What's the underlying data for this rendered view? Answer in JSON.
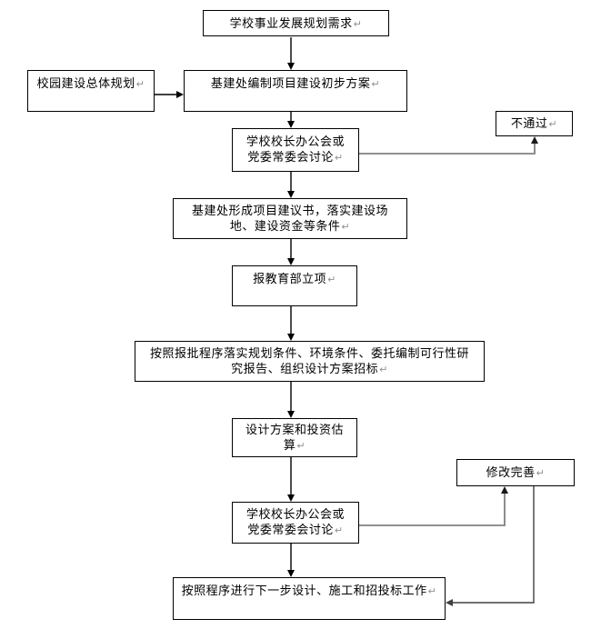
{
  "diagram": {
    "type": "flowchart",
    "language": "zh-CN",
    "paragraph_mark": "↵",
    "nodes": {
      "demand": {
        "text": "学校事业发展规划需求"
      },
      "campus": {
        "text": "校园建设总体规划"
      },
      "draft": {
        "text": "基建处编制项目建设初步方案"
      },
      "disc1": {
        "line1": "学校校长办公会或",
        "line2": "党委常委会讨论"
      },
      "notpass": {
        "text": "不通过"
      },
      "proposal": {
        "line1": "基建处形成项目建议书，落实建设场",
        "line2": "地、建设资金等条件"
      },
      "moe": {
        "text": "报教育部立项"
      },
      "procedure": {
        "line1": "按照报批程序落实规划条件、环境条件、委托编制可行性研",
        "line2": "究报告、组织设计方案招标"
      },
      "design": {
        "line1": "设计方案和投资估",
        "line2": "算"
      },
      "disc2": {
        "line1": "学校校长办公会或",
        "line2": "党委常委会讨论"
      },
      "modify": {
        "text": "修改完善"
      },
      "next": {
        "text": "按照程序进行下一步设计、施工和招投标工作"
      }
    },
    "edges": [
      {
        "from": "demand",
        "to": "draft",
        "style": "main"
      },
      {
        "from": "campus",
        "to": "draft",
        "style": "main"
      },
      {
        "from": "draft",
        "to": "disc1",
        "style": "main"
      },
      {
        "from": "disc1",
        "to": "notpass",
        "style": "feedback"
      },
      {
        "from": "disc1",
        "to": "proposal",
        "style": "main"
      },
      {
        "from": "proposal",
        "to": "moe",
        "style": "main"
      },
      {
        "from": "moe",
        "to": "procedure",
        "style": "main"
      },
      {
        "from": "procedure",
        "to": "design",
        "style": "main"
      },
      {
        "from": "design",
        "to": "disc2",
        "style": "main"
      },
      {
        "from": "disc2",
        "to": "modify",
        "style": "feedback"
      },
      {
        "from": "disc2",
        "to": "next",
        "style": "main"
      },
      {
        "from": "modify",
        "to": "next",
        "style": "return"
      }
    ],
    "colors": {
      "background": "#ffffff",
      "border": "#000000",
      "main_arrow": "#000000",
      "feedback_line": "#808080",
      "feedback_arrowhead": "#1a1a1a",
      "return_line": "#404040",
      "paragraph_mark": "#909090"
    }
  }
}
